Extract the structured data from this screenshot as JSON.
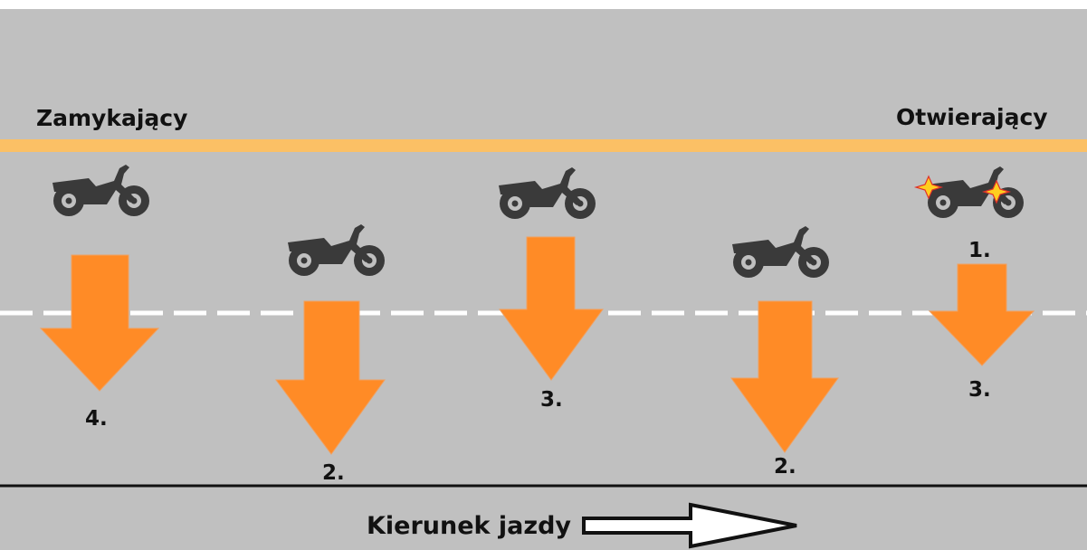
{
  "labels": {
    "closing": "Zamykający",
    "opening": "Otwierający",
    "direction": "Kierunek jazdy"
  },
  "positions": [
    {
      "order": "4.",
      "role": "closing"
    },
    {
      "order": "2."
    },
    {
      "order": "3."
    },
    {
      "order": "2."
    },
    {
      "order": "1.",
      "order_after": "3.",
      "role": "opening",
      "highlighted": true
    }
  ],
  "colors": {
    "road": "#c0c0c0",
    "center_line": "#fbc065",
    "lane_divider": "#ffffff",
    "arrow": "#ff8b26",
    "motorcycle": "#3a3a3a",
    "sparkle": "#ffce1f"
  },
  "icons": {
    "motorcycle": "motorcycle-icon",
    "arrow": "arrow-down-icon",
    "direction": "arrow-right-outline-icon",
    "sparkle": "sparkle-icon"
  }
}
